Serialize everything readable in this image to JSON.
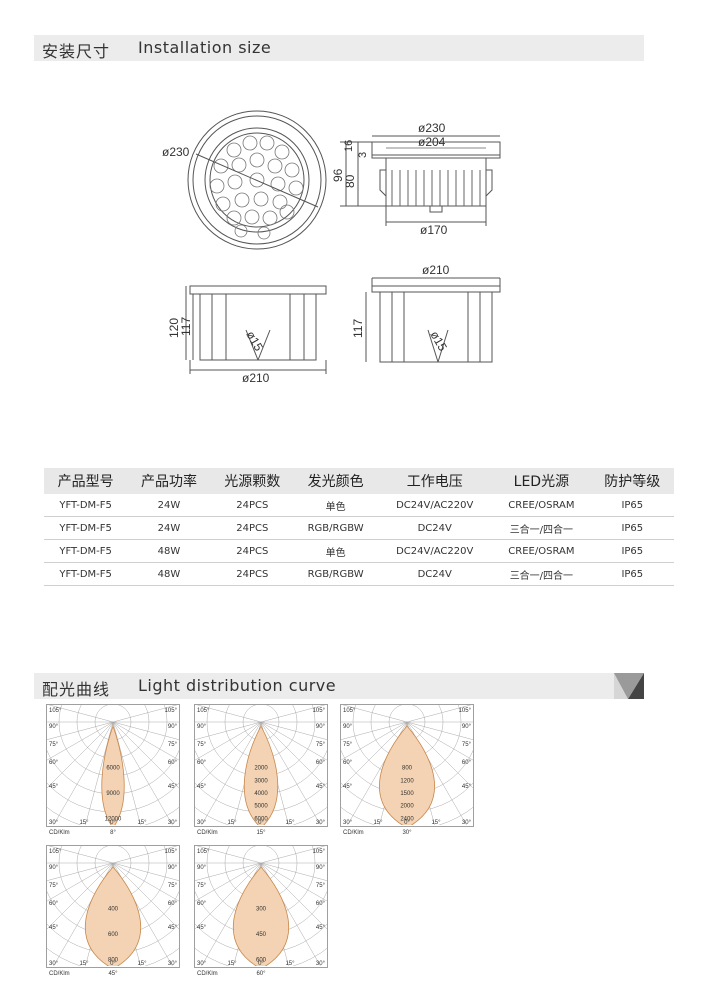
{
  "install_section": {
    "title_zh": "安装尺寸",
    "title_en": "Installation size"
  },
  "dimensions": {
    "top_view_dia": "ø230",
    "side_outer_dia": "ø230",
    "side_inner_dia": "ø204",
    "side_bottom_dia": "ø170",
    "side_h1": "16",
    "side_h2": "3",
    "side_h_total": "96",
    "side_h_body": "80",
    "sleeve1_h_total": "120",
    "sleeve1_h_body": "117",
    "sleeve1_hole": "ø15",
    "sleeve1_dia": "ø210",
    "sleeve2_dia": "ø210",
    "sleeve2_h": "117",
    "sleeve2_hole": "ø15"
  },
  "spec_table": {
    "headers": [
      "产品型号",
      "产品功率",
      "光源颗数",
      "发光颜色",
      "工作电压",
      "LED光源",
      "防护等级"
    ],
    "rows": [
      [
        "YFT-DM-F5",
        "24W",
        "24PCS",
        "单色",
        "DC24V/AC220V",
        "CREE/OSRAM",
        "IP65"
      ],
      [
        "YFT-DM-F5",
        "24W",
        "24PCS",
        "RGB/RGBW",
        "DC24V",
        "三合一/四合一",
        "IP65"
      ],
      [
        "YFT-DM-F5",
        "48W",
        "24PCS",
        "单色",
        "DC24V/AC220V",
        "CREE/OSRAM",
        "IP65"
      ],
      [
        "YFT-DM-F5",
        "48W",
        "24PCS",
        "RGB/RGBW",
        "DC24V",
        "三合一/四合一",
        "IP65"
      ]
    ]
  },
  "light_section": {
    "title_zh": "配光曲线",
    "title_en": "Light distribution curve"
  },
  "curve_labels": {
    "angles_left": [
      "105°",
      "90°",
      "75°",
      "60°",
      "45°",
      "30°"
    ],
    "angles_right": [
      "105°",
      "90°",
      "75°",
      "60°",
      "45°",
      "30°"
    ],
    "bottom_15": "15°",
    "bottom_0": "0°",
    "unit": "CD/Klm"
  },
  "curves": [
    {
      "beam": "8°",
      "values": [
        "6000",
        "9000",
        "12000"
      ],
      "half_angle": 8
    },
    {
      "beam": "15°",
      "values": [
        "2000",
        "3000",
        "4000",
        "5000",
        "6000"
      ],
      "half_angle": 12
    },
    {
      "beam": "30°",
      "values": [
        "800",
        "1200",
        "1500",
        "2000",
        "2400"
      ],
      "half_angle": 20
    },
    {
      "beam": "45°",
      "values": [
        "400",
        "600",
        "800"
      ],
      "half_angle": 34
    },
    {
      "beam": "60°",
      "values": [
        "300",
        "450",
        "600"
      ],
      "half_angle": 42
    }
  ],
  "colors": {
    "header_bg": "#ececec",
    "curve_fill": "#f3d3b3",
    "curve_stroke": "#c8874a",
    "line": "#555555"
  }
}
